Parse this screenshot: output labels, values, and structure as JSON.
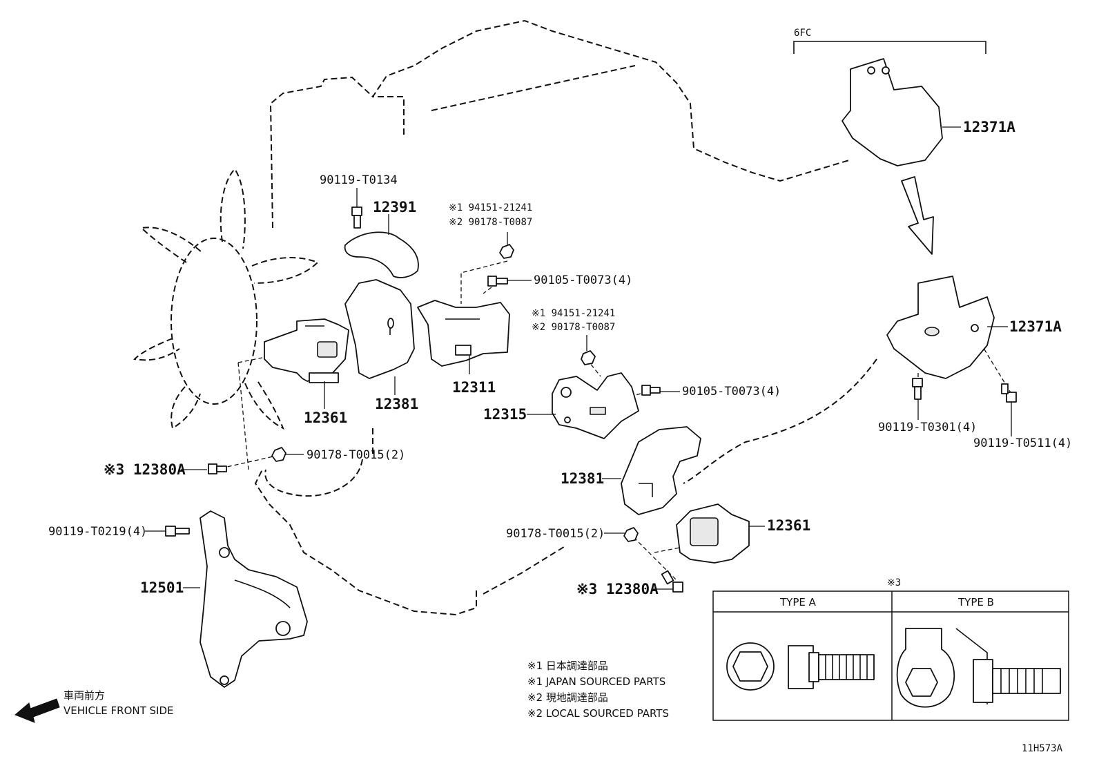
{
  "diagram_id": "11H573A",
  "group_6fc": "6FC",
  "labels": {
    "p90119_T0134": "90119-T0134",
    "p12391": "12391",
    "note1_a": "※1 94151-21241",
    "note2_a": "※2 90178-T0087",
    "p90105_a": "90105-T0073(4)",
    "note1_b": "※1 94151-21241",
    "note2_b": "※2 90178-T0087",
    "p90105_b": "90105-T0073(4)",
    "p12361_a": "12361",
    "p12381_a": "12381",
    "p12311": "12311",
    "p12315": "12315",
    "p12380A_a": "※3 12380A",
    "p90178_T0015_a": "90178-T0015(2)",
    "p12381_b": "12381",
    "p90119_T0219": "90119-T0219(4)",
    "p12501": "12501",
    "p90178_T0015_b": "90178-T0015(2)",
    "p12361_b": "12361",
    "p12380A_b": "※3 12380A",
    "p12371A_a": "12371A",
    "p12371A_b": "12371A",
    "p90119_T0301": "90119-T0301(4)",
    "p90119_T0511": "90119-T0511(4)"
  },
  "legend": {
    "line1": "※1 日本調達部品",
    "line2": "※1 JAPAN SOURCED PARTS",
    "line3": "※2 現地調達部品",
    "line4": "※2 LOCAL SOURCED PARTS"
  },
  "direction": {
    "jp": "車両前方",
    "en": "VEHICLE FRONT SIDE"
  },
  "type_table": {
    "heading": "※3",
    "type_a": "TYPE A",
    "type_b": "TYPE B"
  }
}
